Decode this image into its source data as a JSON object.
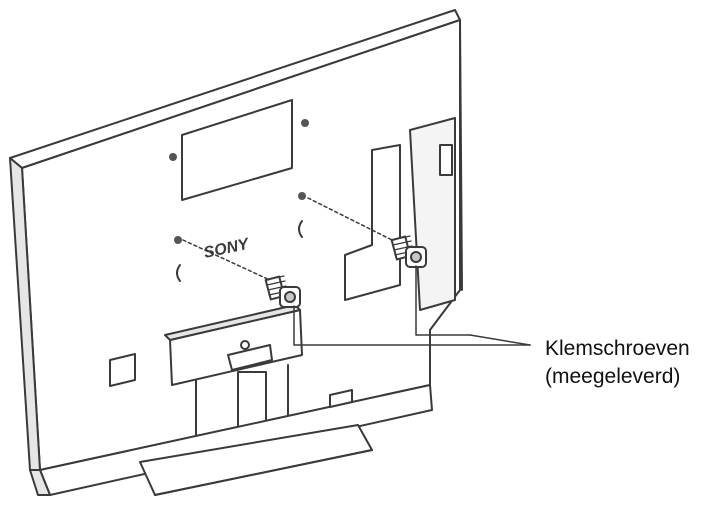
{
  "illustration": {
    "brand_mark": "SONY",
    "callout": {
      "line1": "Klemschroeven",
      "line2": "(meegeleverd)"
    }
  },
  "colors": {
    "line": "#3a3a3a",
    "fill": "#ffffff",
    "shade": "#c8c8c8",
    "dark": "#555555"
  }
}
